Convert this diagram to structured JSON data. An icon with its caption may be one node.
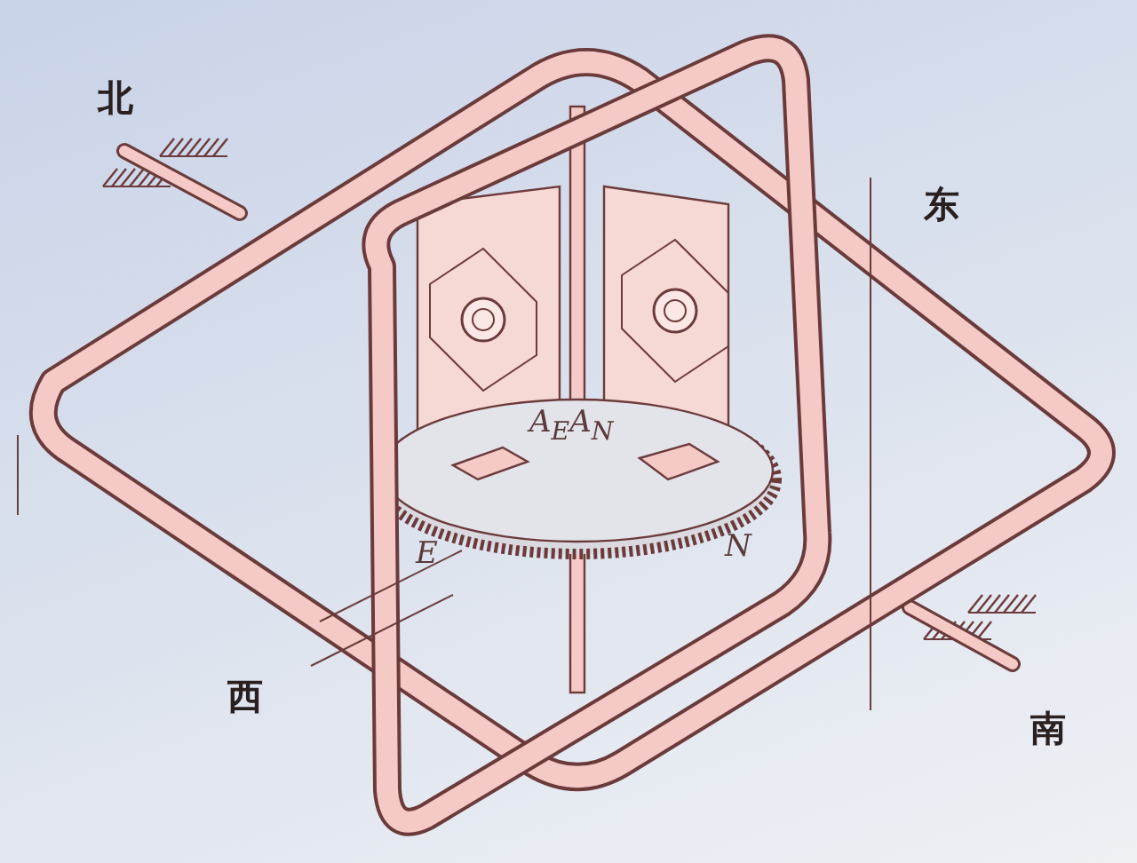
{
  "diagram": {
    "labels": [
      "北",
      "东",
      "A$_{E}$A$_{N}$",
      "E",
      "N",
      "西",
      "南"
    ]
  }
}
